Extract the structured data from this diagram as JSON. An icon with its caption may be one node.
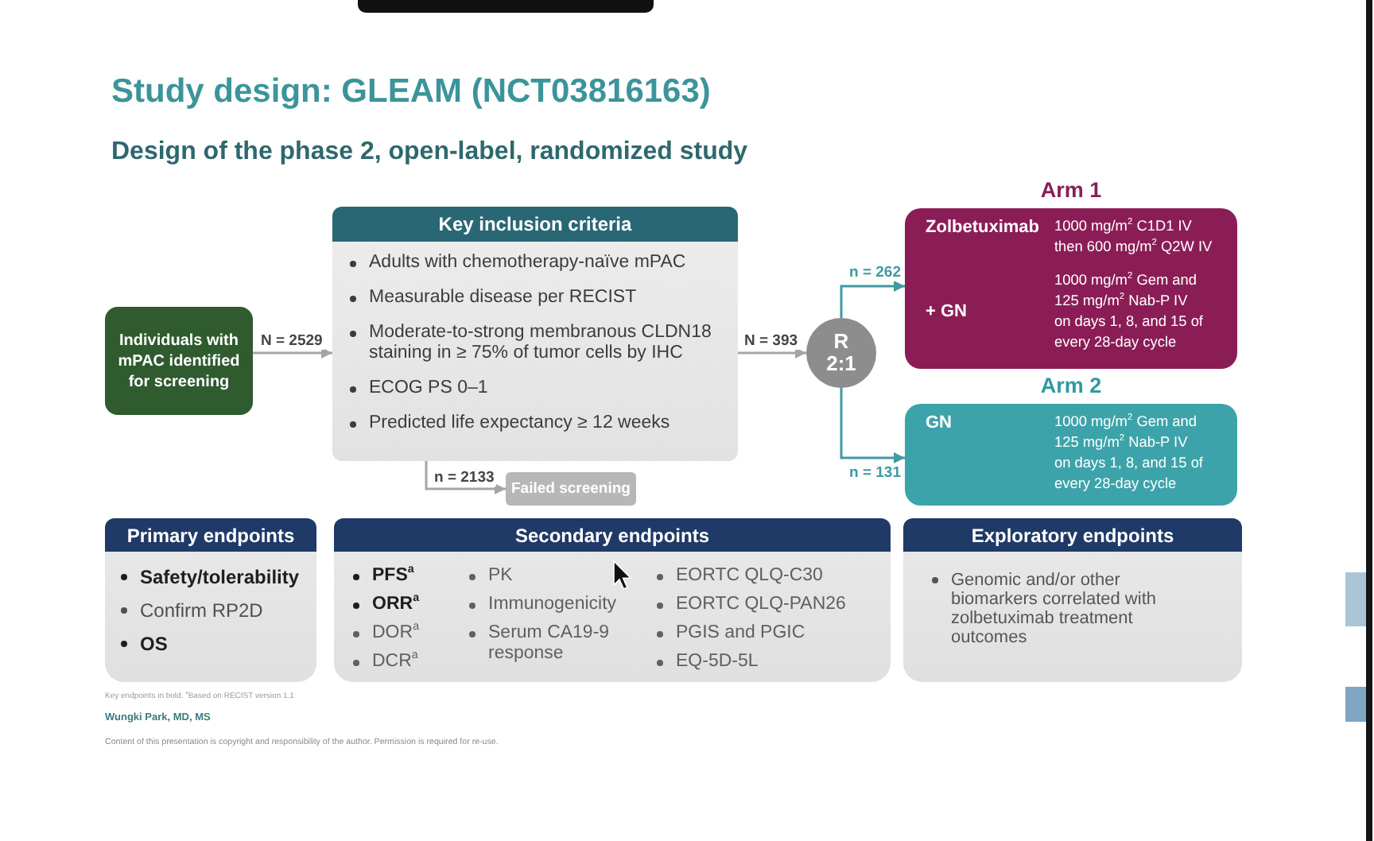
{
  "diagram": {
    "title": "Study design: GLEAM (NCT03816163)",
    "nodes": [
      {
        "text": [
          "Individuals with mPAC identified for screening"
        ]
      },
      {
        "text": [
          "Key inclusion criteria",
          "Adults with chemotherapy-naïve mPAC",
          "Measurable disease per RECIST",
          "Moderate-to-strong membranous CLDN18 staining in ≥ 75% of tumor cells by IHC",
          "ECOG PS 0–1",
          "Predicted life expectancy ≥ 12 weeks"
        ]
      },
      {
        "text": [
          "Failed screening"
        ]
      },
      {
        "text": [
          "R 2:1"
        ]
      },
      {
        "text": [
          "Arm 1",
          "Zolbetuximab",
          "1000 mg/m$^{2}$ C1D1 IV then 600 mg/m$^{2}$ Q2W IV",
          "+ GN",
          "1000 mg/m$^{2}$ Gem and 125 mg/m$^{2}$ Nab-P IV on days 1, 8, and 15 of every 28-day cycle"
        ]
      },
      {
        "text": [
          "Arm 2",
          "GN",
          "1000 mg/m$^{2}$ Gem and 125 mg/m$^{2}$ Nab-P IV on days 1, 8, and 15 of every 28-day cycle"
        ]
      },
      {
        "text": [
          "Primary endpoints",
          "Safety/tolerability",
          "Confirm RP2D",
          "OS"
        ]
      },
      {
        "text": [
          "Secondary endpoints",
          "PFS$^{a}$",
          "ORR$^{a}$",
          "DOR$^{a}$",
          "DCR$^{a}$",
          "PK",
          "Immunogenicity",
          "Serum CA19-9 response",
          "EORTC QLQ-C30",
          "EORTC QLQ-PAN26",
          "PGIS and PGIC",
          "EQ-5D-5L"
        ]
      },
      {
        "text": [
          "Exploratory endpoints",
          "Genomic and/or other biomarkers correlated with zolbetuximab treatment outcomes"
        ]
      }
    ],
    "edges": [
      {
        "from": 0,
        "to": 1,
        "arrow": "to",
        "label": "N = 2529"
      },
      {
        "from": 1,
        "to": 2,
        "arrow": "to",
        "label": "n = 2133"
      },
      {
        "from": 1,
        "to": 3,
        "arrow": "to",
        "label": "N = 393"
      },
      {
        "from": 3,
        "to": 4,
        "arrow": "to",
        "label": "n = 262",
        "color": "#3f9aa1"
      },
      {
        "from": 3,
        "to": 5,
        "arrow": "to",
        "label": "n = 131",
        "color": "#3f9aa1"
      }
    ],
    "labels": [
      "Design of the phase 2, open-label, randomized study",
      "Key endpoints in bold. $^{a}$Based on RECIST version 1.1",
      "Wungki Park, MD, MS",
      "Content of this presentation is copyright and responsibility of the author. Permission is required for re-use."
    ]
  }
}
